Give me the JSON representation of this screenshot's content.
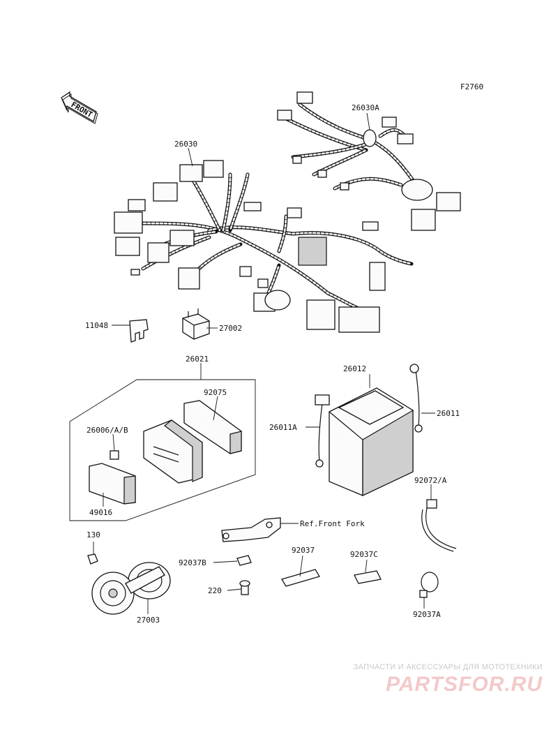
{
  "figure_code": "F2760",
  "front_arrow": "FRONT",
  "parts": [
    {
      "id": "26030A",
      "name": "main-harness-label"
    },
    {
      "id": "26030",
      "name": "sub-harness-label"
    },
    {
      "id": "11048",
      "name": "clip-label"
    },
    {
      "id": "27002",
      "name": "relay-label"
    },
    {
      "id": "26021",
      "name": "cdi-assembly-label"
    },
    {
      "id": "92075",
      "name": "damper-label"
    },
    {
      "id": "26006/A/B",
      "name": "fuse-label"
    },
    {
      "id": "49016",
      "name": "cover-label"
    },
    {
      "id": "26012",
      "name": "battery-label"
    },
    {
      "id": "26011",
      "name": "battery-cable-positive-label"
    },
    {
      "id": "26011A",
      "name": "battery-cable-negative-label"
    },
    {
      "id": "92072/A",
      "name": "band-label"
    },
    {
      "id": "Ref.Front Fork",
      "name": "front-fork-ref-label"
    },
    {
      "id": "130",
      "name": "bolt-label"
    },
    {
      "id": "92037B",
      "name": "clamp-b-label"
    },
    {
      "id": "92037",
      "name": "clamp-label"
    },
    {
      "id": "92037C",
      "name": "clamp-c-label"
    },
    {
      "id": "220",
      "name": "screw-label"
    },
    {
      "id": "27003",
      "name": "horn-label"
    },
    {
      "id": "92037A",
      "name": "clamp-a-label"
    }
  ],
  "watermark": {
    "line1": "ЗАПЧАСТИ И АКСЕССУАРЫ ДЛЯ МОТОТЕХНИКИ",
    "logo": "PARTSFOR.RU"
  }
}
